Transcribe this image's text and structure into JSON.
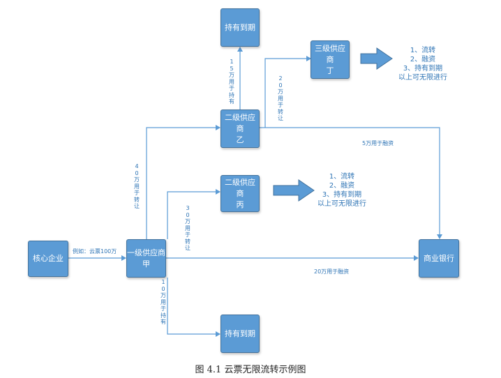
{
  "nodes": {
    "core": "核心企业",
    "tier1_jia": "一级供应商\n甲",
    "tier2_yi": "二级供应商\n乙",
    "tier2_bing": "二级供应商\n丙",
    "tier3_ding": "三级供应商\n丁",
    "hold_top": "持有到期",
    "hold_bottom": "持有到期",
    "bank": "商业银行"
  },
  "edges": {
    "core_to_jia": "例如：云票100万",
    "jia_to_yi": "40万用于转让",
    "jia_to_bing": "30万用于转让",
    "jia_to_hold": "10万用于持有",
    "yi_to_hold": "15万用于持有",
    "yi_to_ding": "20万用于转让",
    "yi_to_bank": "5万用于融资",
    "jia_to_bank": "20万用于融资"
  },
  "option_lists": {
    "ding": [
      "1、流转",
      "2、融资",
      "3、持有到期",
      "以上可无限进行"
    ],
    "bing": [
      "1、流转",
      "2、融资",
      "3、持有到期",
      "以上可无限进行"
    ]
  },
  "caption": "图 4.1  云票无限流转示例图",
  "colors": {
    "node_fill": "#5b9bd5",
    "edge": "#5b9bd5",
    "label_text": "#2e74b5"
  }
}
